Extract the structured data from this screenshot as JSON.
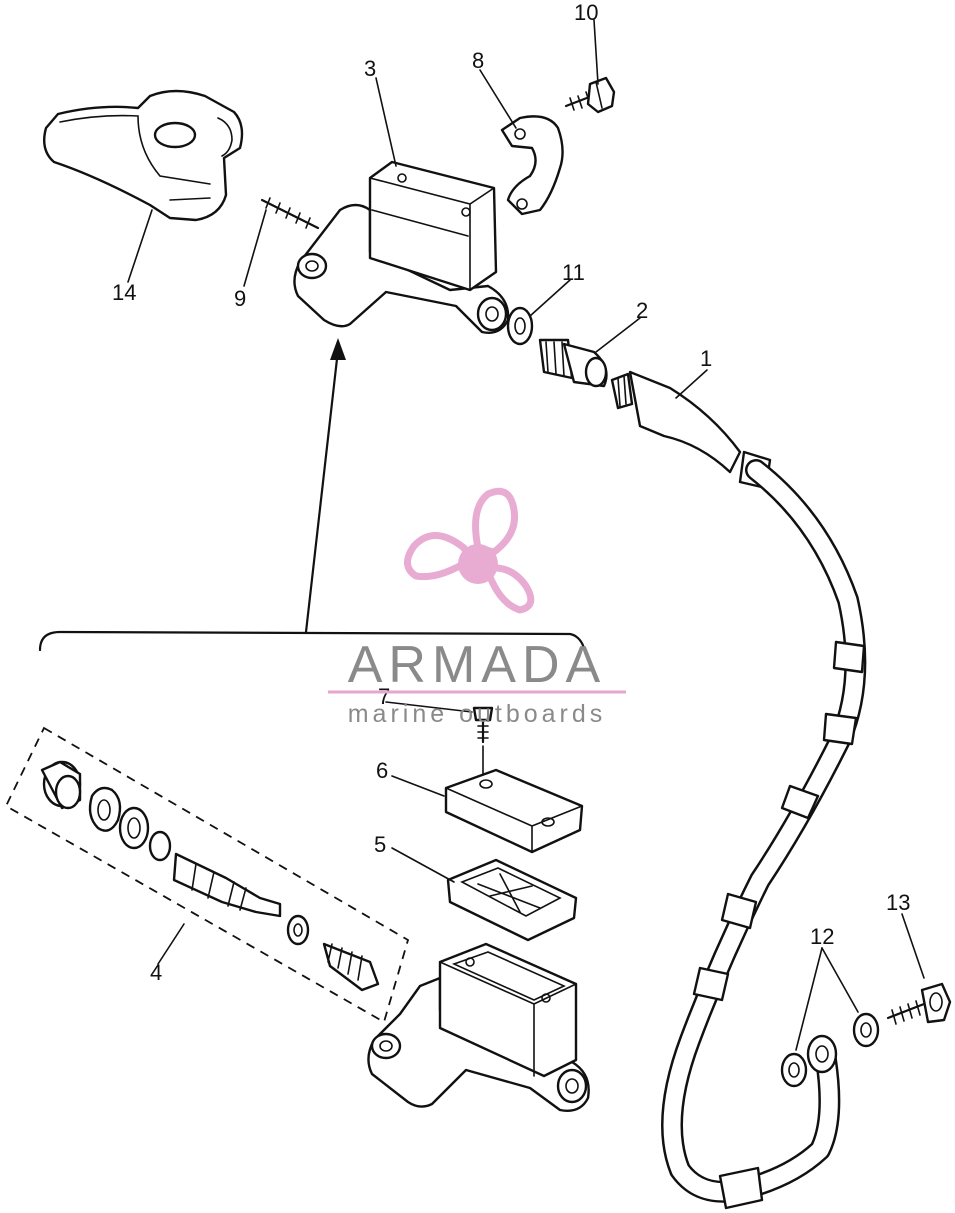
{
  "callouts": [
    "1",
    "2",
    "3",
    "4",
    "5",
    "6",
    "7",
    "8",
    "9",
    "10",
    "11",
    "12",
    "13",
    "14"
  ],
  "watermark": {
    "brand": "ARMADA",
    "tagline": "marine outboards",
    "colors": {
      "logo_pink": "#e7a6cf",
      "text_gray": "#8a8a8a"
    },
    "icon": "propeller-icon"
  }
}
